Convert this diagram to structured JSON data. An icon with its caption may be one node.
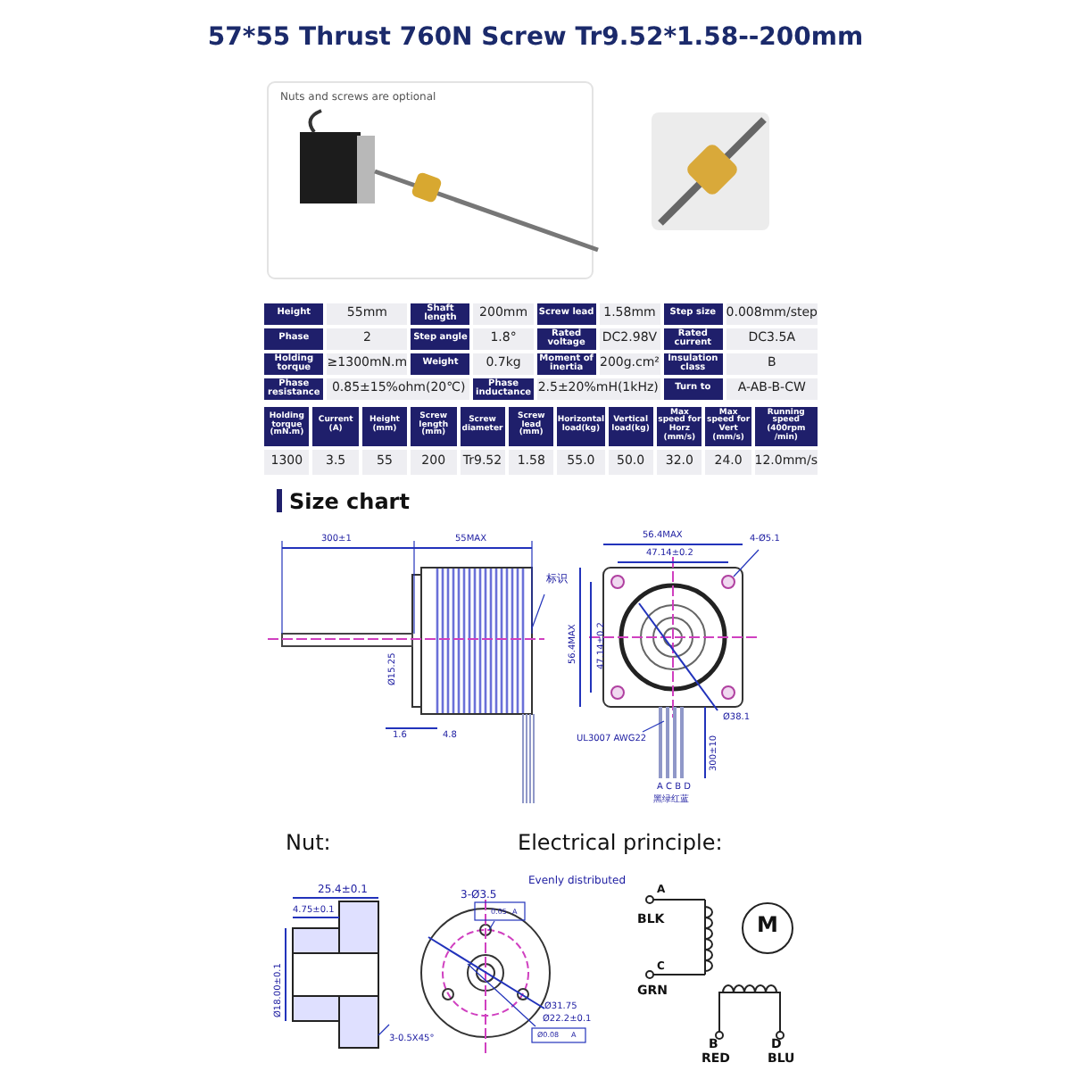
{
  "diagram": {
    "title": "57*55 Thrust 760N Screw Tr9.52*1.58--200mm",
    "labels": [
      "Nuts and screws are optional",
      "Height",
      "55mm",
      "Shaft length",
      "200mm",
      "Screw lead",
      "1.58mm",
      "Step size",
      "0.008mm/step",
      "Phase",
      "2",
      "Step angle",
      "1.8°",
      "Rated voltage",
      "DC2.98V",
      "Rated current",
      "DC3.5A",
      "Holding torque",
      "≥1300mN.m",
      "Weight",
      "0.7kg",
      "Moment of inertia",
      "200g.cm²",
      "Insulation class",
      "B",
      "Phase resistance",
      "0.85±15%ohm(20℃)",
      "Phase inductance",
      "2.5±20%mH(1kHz)",
      "Turn to",
      "A-AB-B-CW",
      "Holding torque (mN.m)",
      "Current (A)",
      "Height (mm)",
      "Screw length (mm)",
      "Screw diameter",
      "Screw lead (mm)",
      "Horizontal load(kg)",
      "Vertical load(kg)",
      "Max speed for Horz (mm/s)",
      "Max speed for Vert (mm/s)",
      "Running speed (400rpm /min)",
      "1300",
      "3.5",
      "55",
      "200",
      "Tr9.52",
      "1.58",
      "55.0",
      "50.0",
      "32.0",
      "24.0",
      "12.0mm/s",
      "Size chart",
      "300±1",
      "55MAX",
      "标识",
      "Ø15.25",
      "1.6",
      "4.8",
      "56.4MAX",
      "47.14±0.2",
      "4-Ø5.1",
      "56.4MAX",
      "47.14±0.2",
      "Ø38.1",
      "UL3007 AWG22",
      "300±10",
      "A C B D",
      "黑绿红蓝",
      "Nut:",
      "Electrical principle:",
      "25.4±0.1",
      "4.75±0.1",
      "Ø18.00±0.1",
      "3-0.5X45°",
      "3-Ø3.5",
      "Evenly distributed",
      "0.05",
      "A",
      "Ø31.75",
      "Ø22.2±0.1",
      "Ø0.08",
      "A",
      "A",
      "BLK",
      "C",
      "GRN",
      "M",
      "B",
      "RED",
      "D",
      "BLU"
    ]
  }
}
